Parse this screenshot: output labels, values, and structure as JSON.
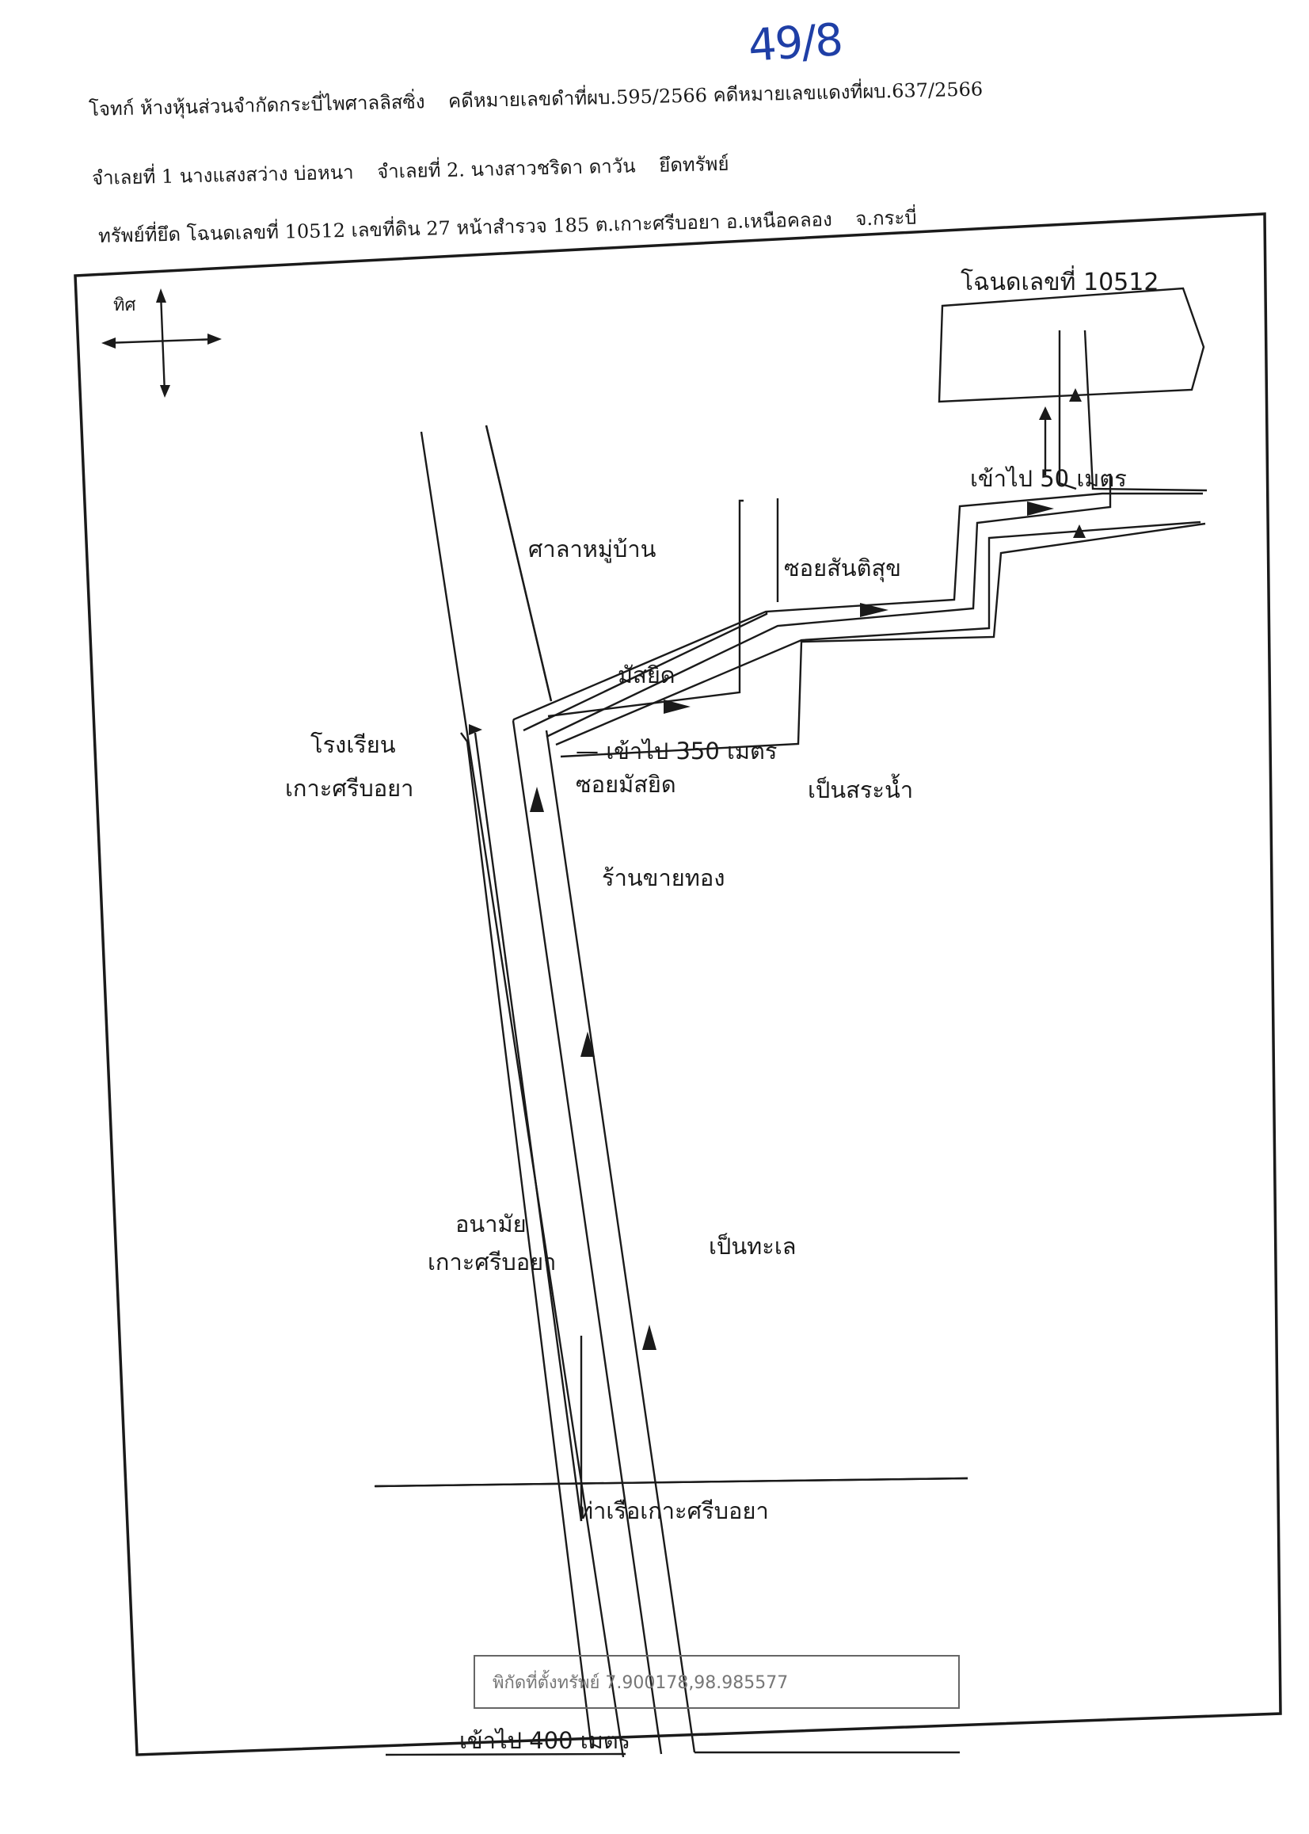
{
  "page_number": "49/8",
  "header": {
    "line1": [
      "โจทก์ ห้างหุ้นส่วนจำกัดกระบี่ไพศาลลิสซิ่ง",
      "คดีหมายเลขดำที่ผบ.595/2566 คดีหมายเลขแดงที่ผบ.637/2566"
    ],
    "line2": [
      "จำเลยที่ 1  นางแสงสว่าง บ่อหนา",
      "จำเลยที่ 2.  นางสาวชริดา ดาวัน",
      "ยึดทรัพย์"
    ],
    "line3": [
      "ทรัพย์ที่ยึด  โฉนดเลขที่ 10512  เลขที่ดิน 27  หน้าสำรวจ 185 ต.เกาะศรีบอยา อ.เหนือคลอง",
      "จ.กระบี่"
    ]
  },
  "map": {
    "compass_label": "ทิศ",
    "parcel_label": "โฉนดเลขที่ 10512",
    "labels": {
      "sala": "ศาลาหมู่บ้าน",
      "soi_santisuk": "ซอยสันติสุข",
      "mosque": "มัสยิด",
      "go_350": "— เข้าไป 350 เมตร",
      "soi_mosque": "ซอยมัสยิด",
      "school_1": "โรงเรียน",
      "school_2": "เกาะศรีบอยา",
      "swamp": "เป็นสระน้ำ",
      "gold_shop": "ร้านขายทอง",
      "go_50": "เข้าไป 50 เมตร",
      "health_1": "อนามัย",
      "health_2": "เกาะศรีบอยา",
      "sea": "เป็นทะเล",
      "go_400": "เข้าไป 400 เมตร",
      "pier": "ท่าเรือเกาะศรีบอยา"
    },
    "coordinates": "พิกัดที่ตั้งทรัพย์ 7.900178,98.985577"
  }
}
